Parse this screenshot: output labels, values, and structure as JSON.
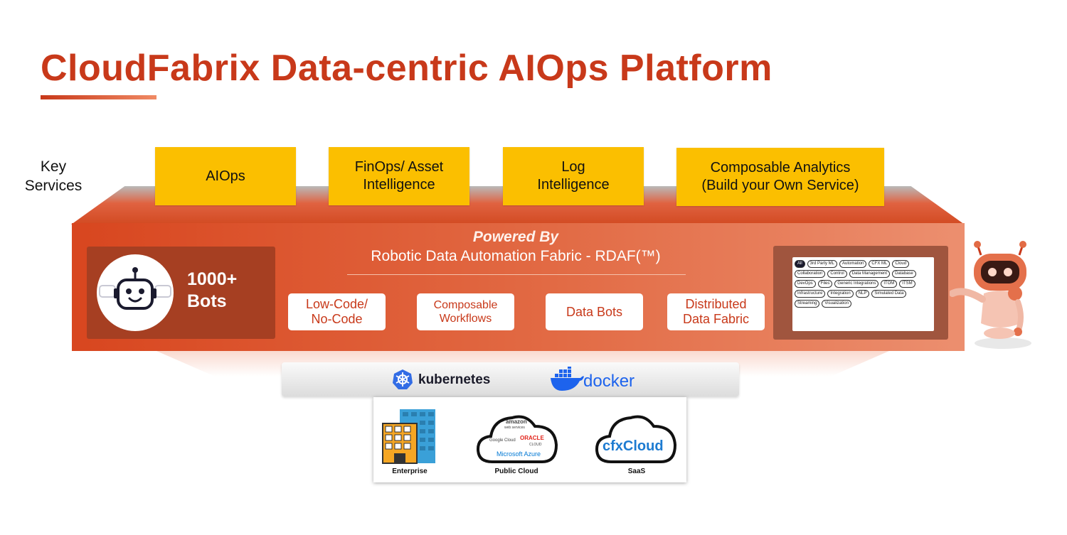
{
  "title": "CloudFabrix Data-centric AIOps Platform",
  "key_services_label": "Key Services",
  "services": [
    {
      "line1": "AIOps",
      "line2": ""
    },
    {
      "line1": "FinOps/ Asset",
      "line2": "Intelligence"
    },
    {
      "line1": "Log",
      "line2": "Intelligence"
    },
    {
      "line1": "Composable Analytics",
      "line2": "(Build your Own Service)"
    }
  ],
  "powered_by": "Powered By",
  "fabric_name": "Robotic Data Automation Fabric - RDAF(™)",
  "bots": {
    "line1": "1000+",
    "line2": "Bots",
    "icon": "robot-face-icon"
  },
  "features": [
    {
      "line1": "Low-Code/",
      "line2": "No-Code"
    },
    {
      "line1": "Composable",
      "line2": "Workflows"
    },
    {
      "line1": "Data Bots",
      "line2": ""
    },
    {
      "line1": "Distributed",
      "line2": "Data Fabric"
    }
  ],
  "categories": [
    "All",
    "3rd Party ML",
    "Automation",
    "CFX ML",
    "Cloud",
    "Collaboration",
    "Control",
    "Data Management",
    "Database",
    "DevOps",
    "Files",
    "Generic Integrations",
    "ITOM",
    "ITSM",
    "Infrastructure",
    "Integration",
    "NLP",
    "Simulated Data",
    "Streaming",
    "Visualization"
  ],
  "platforms": {
    "kubernetes": "kubernetes",
    "docker": "docker"
  },
  "deployments": [
    {
      "label": "Enterprise",
      "icon": "building-icon"
    },
    {
      "label": "Public Cloud",
      "icon": "cloud-icon"
    },
    {
      "label": "SaaS",
      "icon": "cloud-icon"
    }
  ],
  "public_cloud_logos": {
    "amazon": "amazon",
    "aws_sub": "web services",
    "google": "Google Cloud",
    "oracle": "ORACLE",
    "oracle_sub": "CLOUD",
    "azure": "Microsoft Azure"
  },
  "saas_logo": "cfxCloud",
  "colors": {
    "accent": "#c8391a",
    "service_box": "#fbbf00",
    "docker_blue": "#1d63ed",
    "k8s_blue": "#326ce5"
  }
}
